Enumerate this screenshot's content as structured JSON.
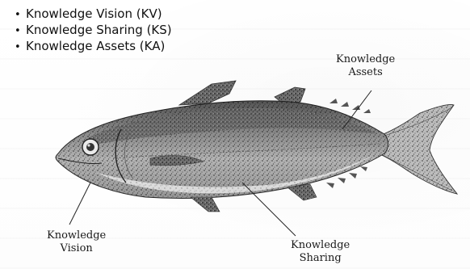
{
  "bullets": [
    "Knowledge Vision (KV)",
    "Knowledge Sharing (KS)",
    "Knowledge Assets (KA)"
  ],
  "labels": {
    "assets": [
      "Knowledge",
      "Assets"
    ],
    "vision": [
      "Knowledge",
      "Vision"
    ],
    "sharing": [
      "Knowledge",
      "Sharing"
    ]
  }
}
